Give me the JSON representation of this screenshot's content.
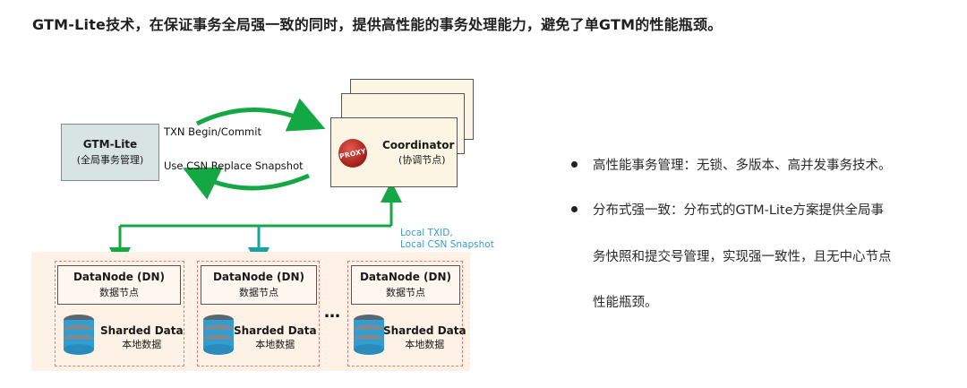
{
  "headline": "GTM-Lite技术，在保证事务全局强一致的同时，提供高性能的事务处理能力，避免了单GTM的性能瓶颈。",
  "diagram": {
    "gtm": {
      "title": "GTM-Lite",
      "subtitle": "(全局事务管理)"
    },
    "arrows": {
      "begin_commit": "TXN Begin/Commit",
      "csn_snapshot": "Use CSN Replace Snapshot"
    },
    "coordinator": {
      "badge": "PROXY",
      "title": "Coordinator",
      "subtitle": "(协调节点)"
    },
    "local_txid": [
      "Local TXID,",
      "Local CSN Snapshot"
    ],
    "datanodes": [
      {
        "title": "DataNode (DN)",
        "subtitle": "数据节点",
        "shard_title": "Sharded Data",
        "shard_subtitle": "本地数据"
      },
      {
        "title": "DataNode (DN)",
        "subtitle": "数据节点",
        "shard_title": "Sharded Data",
        "shard_subtitle": "本地数据"
      },
      {
        "title": "DataNode (DN)",
        "subtitle": "数据节点",
        "shard_title": "Sharded Data",
        "shard_subtitle": "本地数据"
      }
    ],
    "ellipsis": "…"
  },
  "bullets": [
    {
      "lines": [
        "高性能事务管理：无锁、多版本、高并发事务技术。"
      ]
    },
    {
      "lines": [
        "分布式强一致：分布式的GTM-Lite方案提供全局事",
        "务快照和提交号管理，实现强一致性，且无中心节点",
        "性能瓶颈。"
      ]
    }
  ],
  "colors": {
    "arrow_green": "#14a845",
    "arrow_teal": "#17a3a3",
    "gtm_fill": "#d8e4e2",
    "card_fill": "#fdf5e3",
    "region_fill": "#fdf2e5",
    "dashed_border": "#e87a7a",
    "label_blue": "#3f9ad0"
  }
}
